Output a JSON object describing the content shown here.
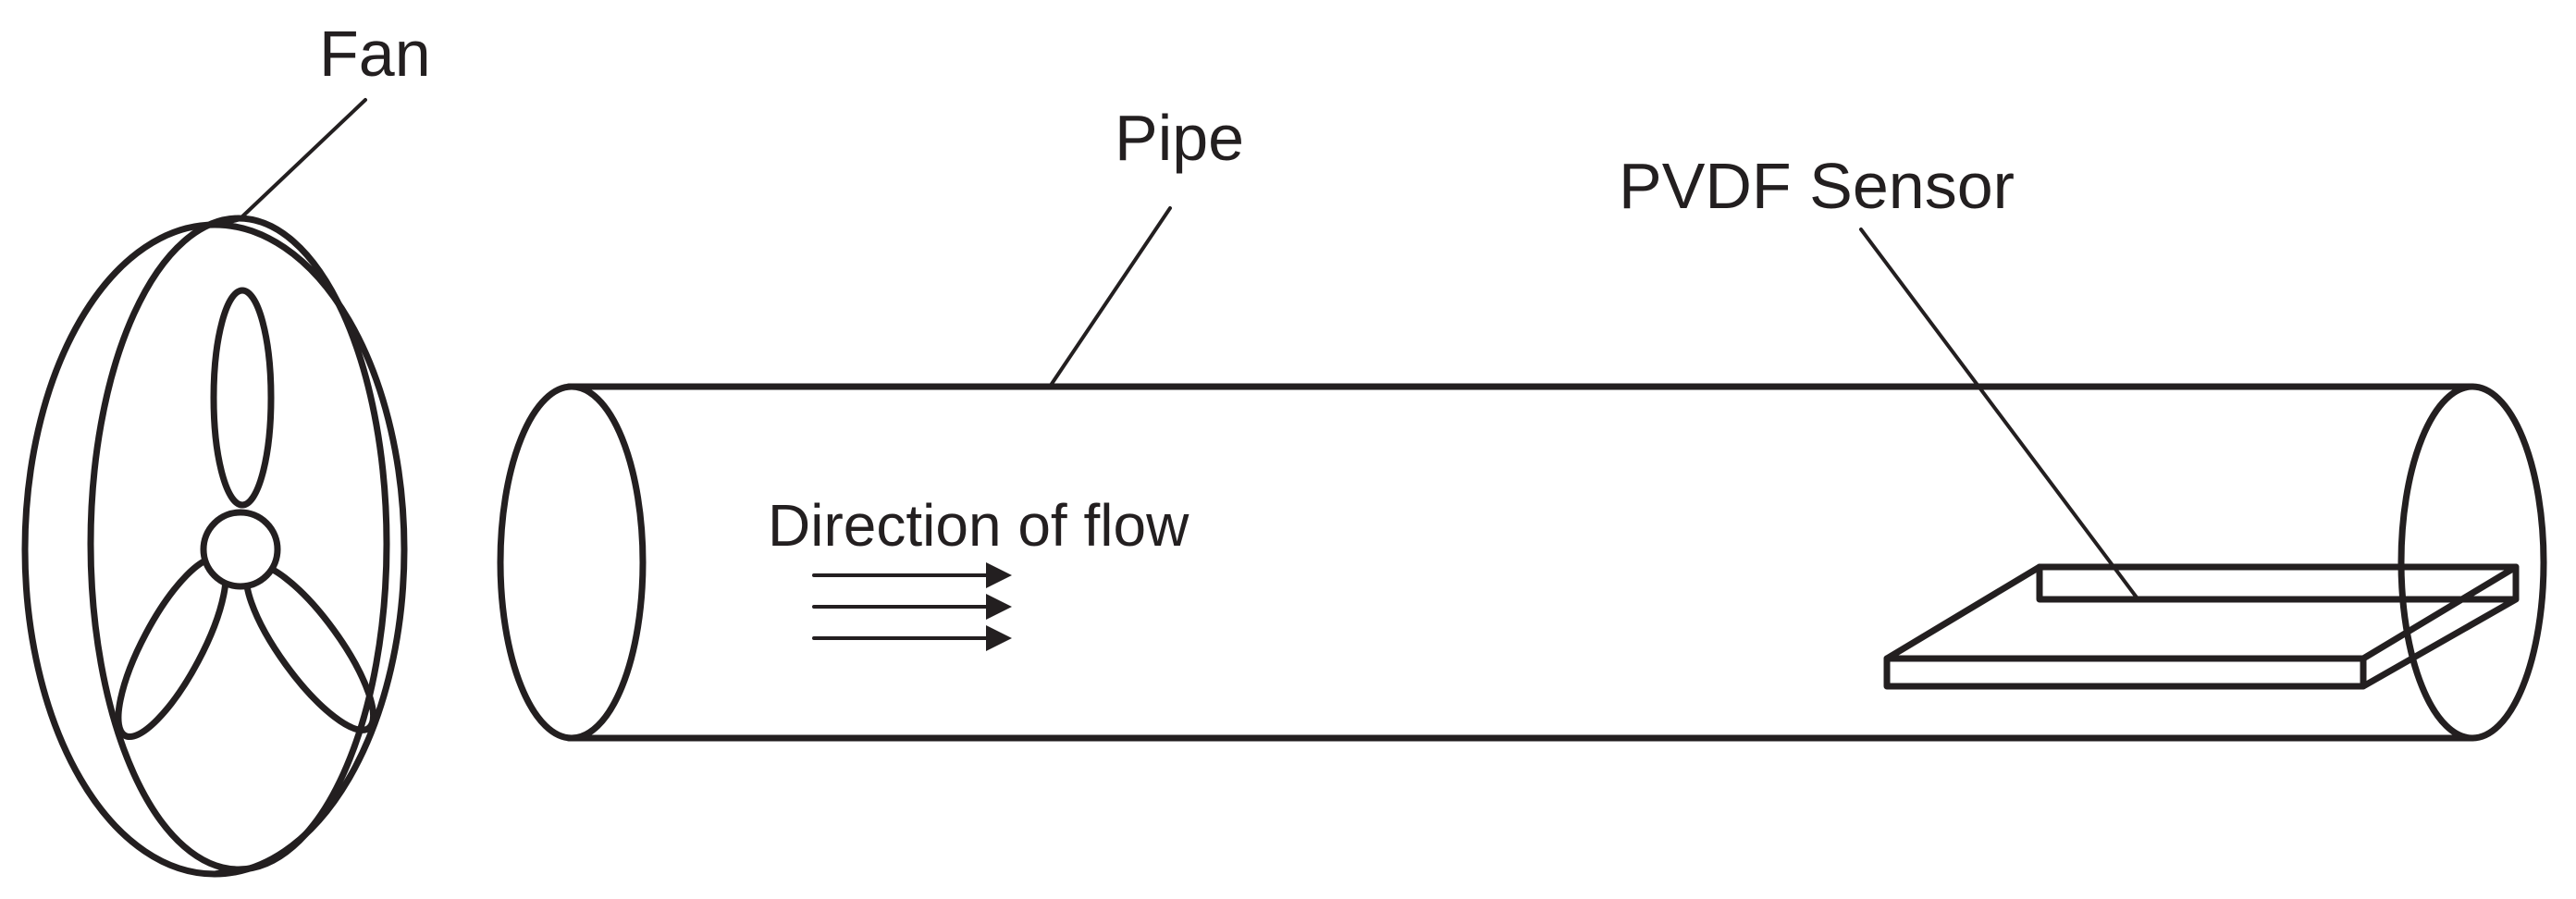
{
  "labels": {
    "fan": "Fan",
    "pipe": "Pipe",
    "sensor": "PVDF Sensor",
    "flow": "Direction of flow"
  },
  "colors": {
    "line": "#231f20",
    "background": "#ffffff"
  }
}
